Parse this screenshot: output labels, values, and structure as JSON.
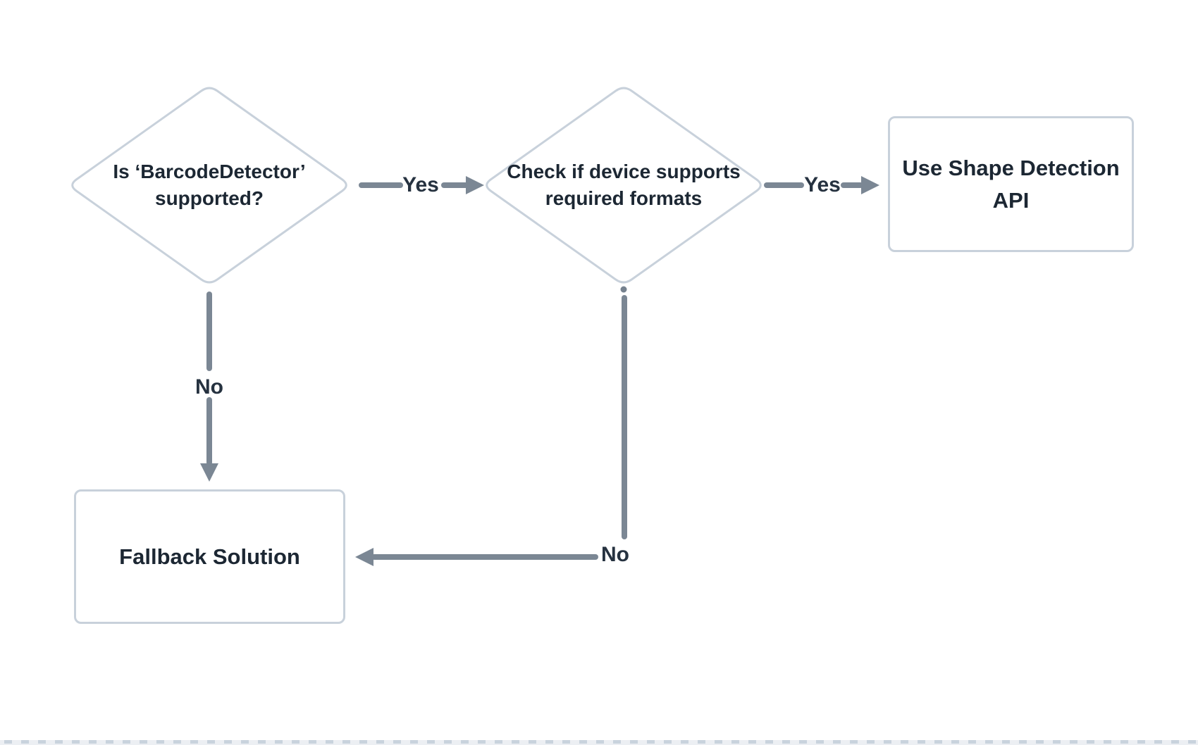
{
  "diagram": {
    "nodes": {
      "check_support": {
        "type": "decision",
        "label": "Is ‘BarcodeDetector’ supported?"
      },
      "check_formats": {
        "type": "decision",
        "label": "Check if device supports required formats"
      },
      "use_api": {
        "type": "process",
        "label": "Use Shape Detection API"
      },
      "fallback": {
        "type": "process",
        "label": "Fallback Solution"
      }
    },
    "edges": {
      "support_yes": {
        "from": "check_support",
        "to": "check_formats",
        "label": "Yes"
      },
      "formats_yes": {
        "from": "check_formats",
        "to": "use_api",
        "label": "Yes"
      },
      "support_no": {
        "from": "check_support",
        "to": "fallback",
        "label": "No"
      },
      "formats_no": {
        "from": "check_formats",
        "to": "fallback",
        "label": "No"
      }
    },
    "colors": {
      "node_border": "#c8d1db",
      "node_text": "#1c2733",
      "arrow": "#7b8794",
      "edge_label_text": "#263240",
      "strip_background": "#eceff3",
      "strip_mark": "#c9d3dd"
    }
  }
}
